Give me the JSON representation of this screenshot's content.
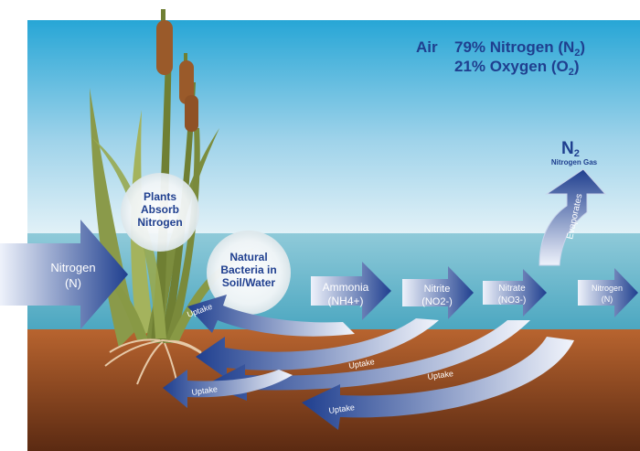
{
  "air": {
    "label": "Air",
    "nitrogen": {
      "percent": "79% Nitrogen (N",
      "sub": "2",
      "close": ")"
    },
    "oxygen": {
      "percent": "21% Oxygen (O",
      "sub": "2",
      "close": ")"
    }
  },
  "n2_gas": {
    "symbol": "N",
    "sub": "2",
    "label": "Nitrogen Gas"
  },
  "evaporates": "Evaporates",
  "plants_absorb": {
    "line1": "Plants",
    "line2": "Absorb",
    "line3": "Nitrogen"
  },
  "natural_bacteria": {
    "line1": "Natural",
    "line2": "Bacteria in",
    "line3": "Soil/Water"
  },
  "nitrogen_in": {
    "line1": "Nitrogen",
    "line2": "(N)"
  },
  "ammonia": {
    "line1": "Ammonia",
    "line2": "(NH4+)"
  },
  "nitrite": {
    "line1": "Nitrite",
    "line2": "(NO2-)"
  },
  "nitrate": {
    "line1": "Nitrate",
    "line2": "(NO3-)"
  },
  "nitrogen_out": {
    "line1": "Nitrogen",
    "line2": "(N)"
  },
  "uptake_label": "Uptake",
  "colors": {
    "sky_top": "#2aa9d8",
    "sky_bottom": "#d8eef6",
    "water": "#5fb3c9",
    "soil_top": "#b5622f",
    "soil_bottom": "#5a2a12",
    "arrow_dark": "#1f3f8f",
    "arrow_light": "#e8edf8"
  }
}
